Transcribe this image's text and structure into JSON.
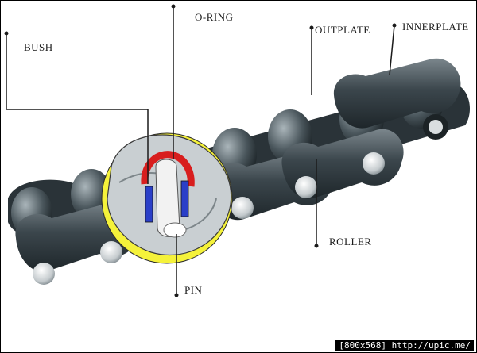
{
  "labels": {
    "bush": "BUSH",
    "o_ring": "O-RING",
    "outplate": "OUTPLATE",
    "innerplate": "INNERPLATE",
    "roller": "ROLLER",
    "pin": "PIN"
  },
  "footer": "[800x568] http://upic.me/",
  "colors": {
    "chain_dark": "#2f3a40",
    "chain_mid": "#566268",
    "chain_light": "#9aa6ac",
    "highlight_yellow": "#f5f23a",
    "cutaway_grey": "#c9cfd2",
    "o_ring_red": "#d81e1e",
    "bush_blue": "#2a3fc8",
    "pin_white": "#f2f2f2"
  }
}
